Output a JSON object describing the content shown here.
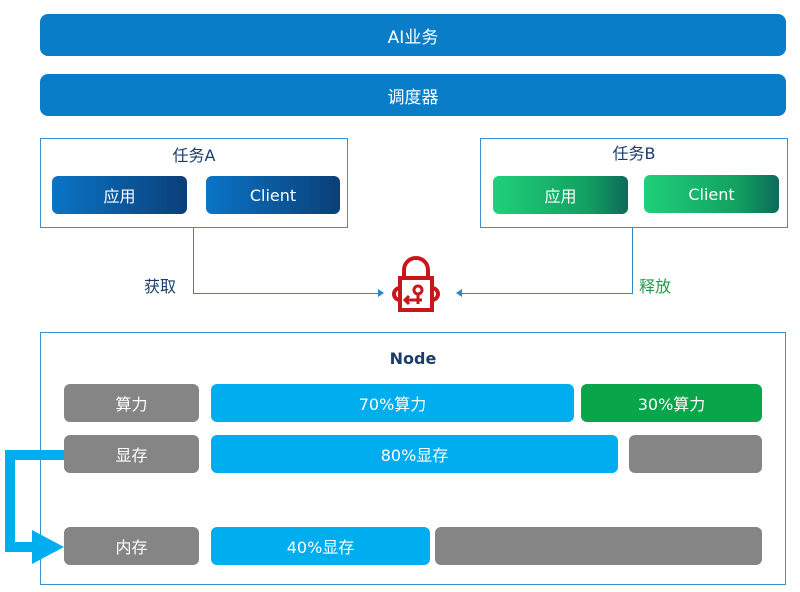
{
  "top_bars": {
    "ai_business": "AI业务",
    "scheduler": "调度器"
  },
  "task_a": {
    "title": "任务A",
    "app": "应用",
    "client": "Client"
  },
  "task_b": {
    "title": "任务B",
    "app": "应用",
    "client": "Client"
  },
  "acquire_label": "获取",
  "release_label": "释放",
  "node": {
    "title": "Node",
    "rows": [
      {
        "label": "算力",
        "segments": [
          "70%算力",
          "30%算力"
        ]
      },
      {
        "label": "显存",
        "segments": [
          "80%显存",
          ""
        ]
      },
      {
        "label": "内存",
        "segments": [
          "40%显存",
          ""
        ]
      }
    ]
  },
  "colors": {
    "primary": "#0a7dc9",
    "cyan": "#00aeef",
    "green": "#08a54a",
    "gray": "#858585",
    "lock": "#c8161d"
  }
}
